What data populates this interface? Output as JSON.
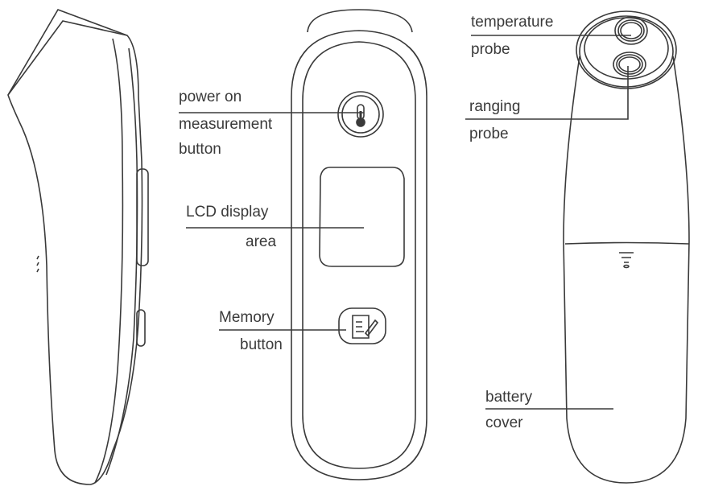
{
  "labels": {
    "power_button": [
      "power on",
      "measurement",
      "button"
    ],
    "lcd": [
      "LCD display",
      "area"
    ],
    "memory": [
      "Memory",
      "button"
    ],
    "temperature_probe": [
      "temperature",
      "probe"
    ],
    "ranging_probe": [
      "ranging",
      "probe"
    ],
    "battery_cover": [
      "battery",
      "cover"
    ]
  },
  "icons": [
    "thermometer-icon",
    "memo-edit-icon",
    "battery-latch-icon"
  ],
  "colors": {
    "line": "#3a3a3a",
    "background": "#ffffff"
  }
}
